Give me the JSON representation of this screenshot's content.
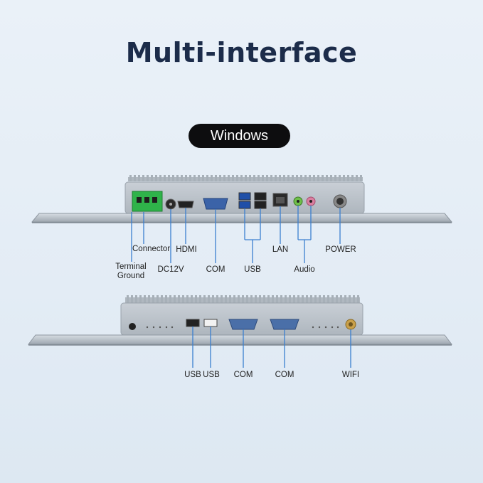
{
  "heading": "Multi-interface",
  "os_badge": "Windows",
  "top_panel": {
    "labels": {
      "connector": "Connector",
      "terminal": "Terminal",
      "ground": "Ground",
      "dc": "DC12V",
      "hdmi": "HDMI",
      "com": "COM",
      "usb": "USB",
      "lan": "LAN",
      "audio": "Audio",
      "power": "POWER"
    }
  },
  "bottom_panel": {
    "labels": {
      "usb1": "USB",
      "usb2": "USB",
      "com1": "COM",
      "com2": "COM",
      "wifi": "WIFI"
    }
  },
  "colors": {
    "heading": "#1c2c4a",
    "badge_bg": "#0d0d0f",
    "leader_line": "#3a7fd0",
    "terminal_green": "#2fb34a",
    "chassis": "#b8c0c8"
  }
}
